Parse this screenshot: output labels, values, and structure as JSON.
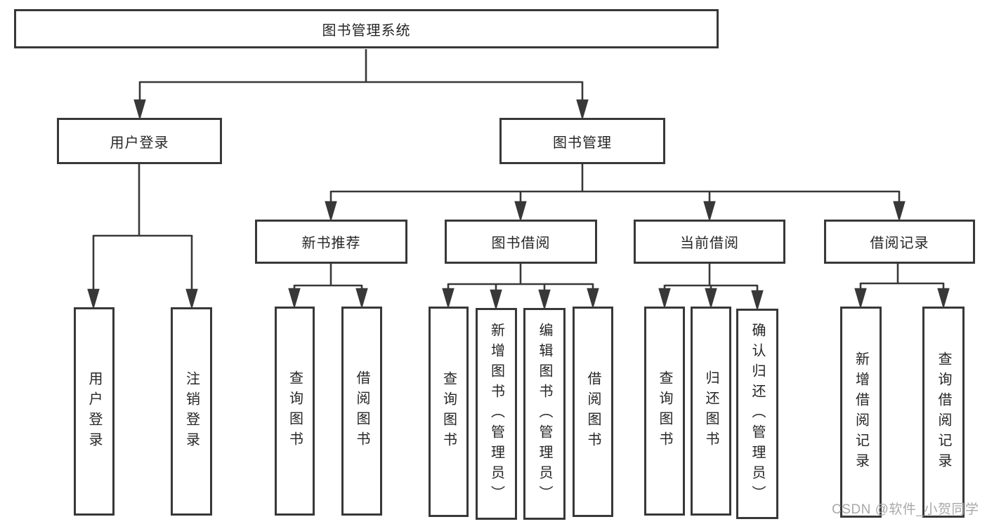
{
  "diagram": {
    "root": {
      "label": "图书管理系统"
    },
    "level2": [
      {
        "label": "用户登录"
      },
      {
        "label": "图书管理"
      }
    ],
    "level3": [
      {
        "label": "新书推荐"
      },
      {
        "label": "图书借阅"
      },
      {
        "label": "当前借阅"
      },
      {
        "label": "借阅记录"
      }
    ],
    "leaves": {
      "user_login": [
        {
          "label": "用户登录"
        },
        {
          "label": "注销登录"
        }
      ],
      "new_book_recommend": [
        {
          "label": "查询图书"
        },
        {
          "label": "借阅图书"
        }
      ],
      "book_borrow": [
        {
          "label": "查询图书"
        },
        {
          "label": "新增图书（管理员）"
        },
        {
          "label": "编辑图书（管理员）"
        },
        {
          "label": "借阅图书"
        }
      ],
      "current_borrow": [
        {
          "label": "查询图书"
        },
        {
          "label": "归还图书"
        },
        {
          "label": "确认归还（管理员）"
        }
      ],
      "borrow_record": [
        {
          "label": "新增借阅记录"
        },
        {
          "label": "查询借阅记录"
        }
      ]
    }
  },
  "watermark": {
    "text": "CSDN @软件_小贺同学"
  },
  "colors": {
    "line": "#383838",
    "box_border": "#383838",
    "box_fill": "#ffffff",
    "text": "#262626",
    "watermark": "#a9a9a9",
    "background": "#ffffff"
  }
}
